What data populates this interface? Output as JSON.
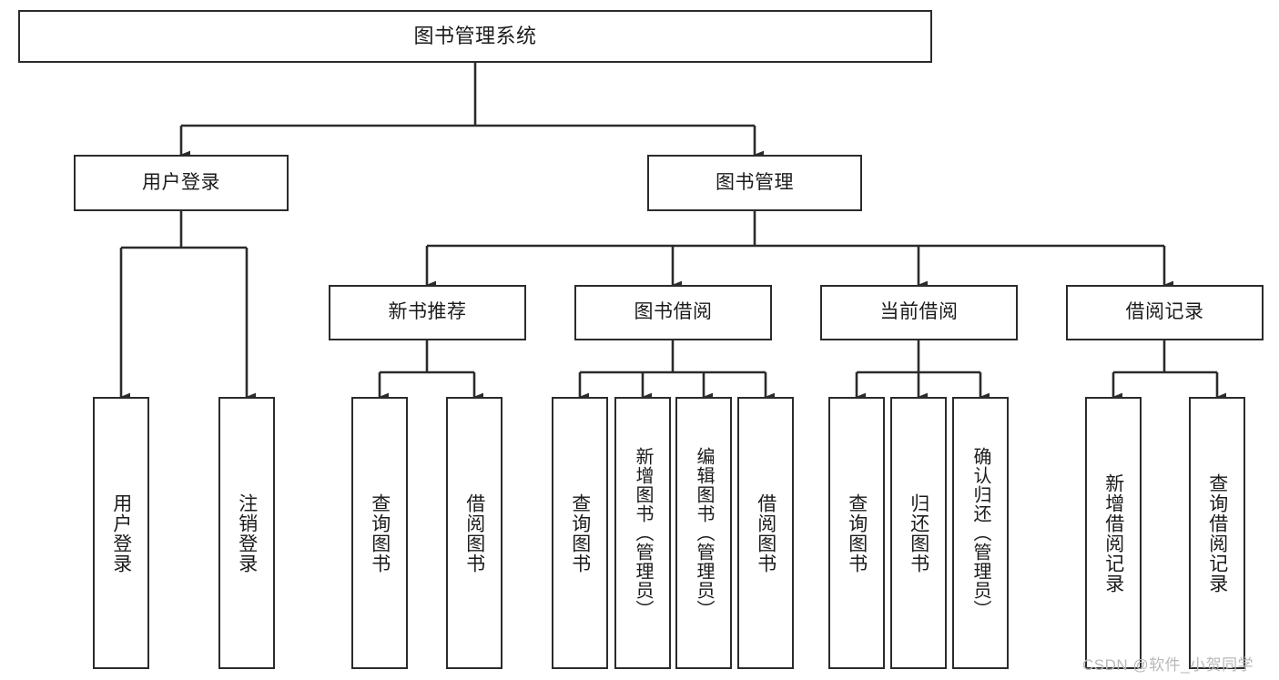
{
  "diagram": {
    "title": "图书管理系统",
    "type": "hierarchy-tree",
    "watermark": "CSDN @软件_小贺同学",
    "colors": {
      "stroke": "#2b2b2b",
      "fill": "#ffffff",
      "text": "#1b1b1b",
      "watermark": "#b9b9b9"
    },
    "root": {
      "label": "图书管理系统"
    },
    "level2": [
      {
        "label": "用户登录"
      },
      {
        "label": "图书管理"
      }
    ],
    "level3": [
      {
        "label": "新书推荐"
      },
      {
        "label": "图书借阅"
      },
      {
        "label": "当前借阅"
      },
      {
        "label": "借阅记录"
      }
    ],
    "leaves": {
      "user_login": [
        {
          "label": "用户登录"
        },
        {
          "label": "注销登录"
        }
      ],
      "new_book": [
        {
          "label": "查询图书"
        },
        {
          "label": "借阅图书"
        }
      ],
      "book_borrow": [
        {
          "label": "查询图书"
        },
        {
          "label": "新增图书（管理员）"
        },
        {
          "label": "编辑图书（管理员）"
        },
        {
          "label": "借阅图书"
        }
      ],
      "current_borrow": [
        {
          "label": "查询图书"
        },
        {
          "label": "归还图书"
        },
        {
          "label": "确认归还（管理员）"
        }
      ],
      "borrow_record": [
        {
          "label": "新增借阅记录"
        },
        {
          "label": "查询借阅记录"
        }
      ]
    }
  }
}
